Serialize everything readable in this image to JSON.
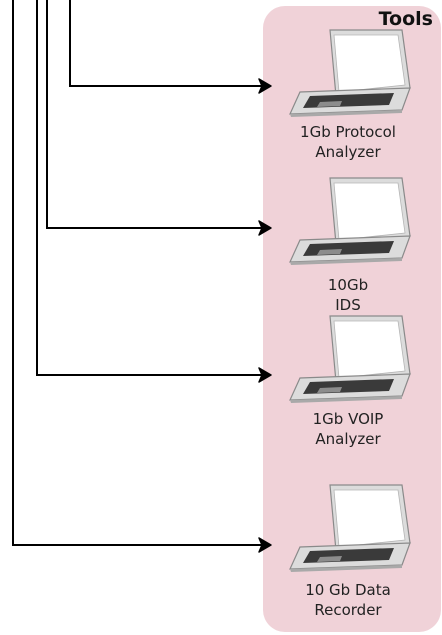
{
  "panel": {
    "title": "Tools",
    "background_color": "#f0d2d8"
  },
  "colors": {
    "line": "#000000",
    "laptop_body": "#dcdcdc",
    "laptop_outline": "#8a8a8a",
    "keyboard": "#3a3a3a",
    "screen": "#ffffff"
  },
  "tools": [
    {
      "label_lines": [
        "1Gb Protocol",
        "Analyzer"
      ],
      "icon": "laptop-icon"
    },
    {
      "label_lines": [
        "10Gb",
        "IDS"
      ],
      "icon": "laptop-icon"
    },
    {
      "label_lines": [
        "1Gb VOIP",
        "Analyzer"
      ],
      "icon": "laptop-icon"
    },
    {
      "label_lines": [
        "10 Gb Data",
        "Recorder"
      ],
      "icon": "laptop-icon"
    }
  ]
}
